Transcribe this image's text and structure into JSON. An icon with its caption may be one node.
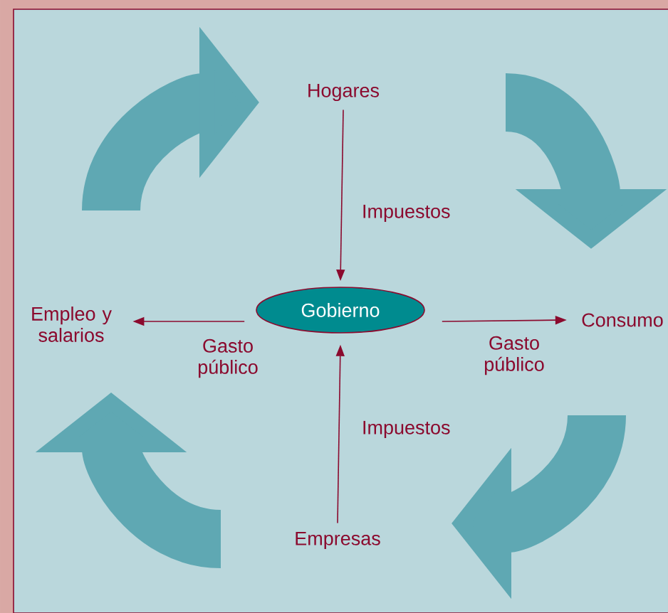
{
  "diagram": {
    "nodes": [
      {
        "text": [
          "Hogares"
        ]
      },
      {
        "text": [
          "Empleo y salarios"
        ]
      },
      {
        "text": [
          "Gobierno"
        ]
      },
      {
        "text": [
          "Consumo"
        ]
      },
      {
        "text": [
          "Empresas"
        ]
      }
    ],
    "edges": [
      {
        "from": 0,
        "to": 2,
        "arrow": "to",
        "label": "Impuestos"
      },
      {
        "from": 2,
        "to": 1,
        "arrow": "to",
        "label": "Gasto público"
      },
      {
        "from": 2,
        "to": 3,
        "arrow": "to",
        "label": "Gasto público"
      },
      {
        "from": 4,
        "to": 2,
        "arrow": "to",
        "label": "Impuestos"
      }
    ]
  }
}
